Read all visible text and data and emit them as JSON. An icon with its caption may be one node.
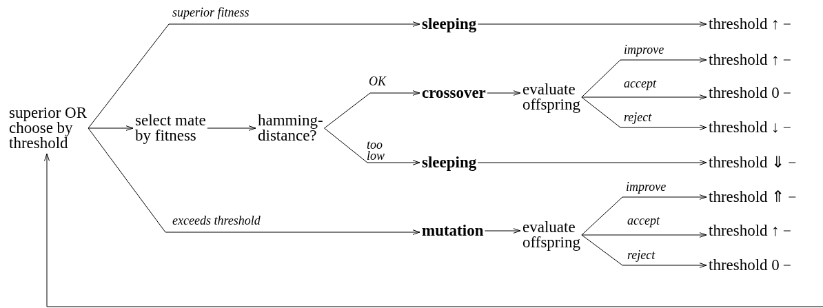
{
  "diagram": {
    "nodes": [
      {
        "text": [
          "superior OR choose by threshold"
        ]
      },
      {
        "text": [
          "select mate by fitness"
        ]
      },
      {
        "text": [
          "hamming-distance?"
        ]
      },
      {
        "text": [
          "sleeping"
        ]
      },
      {
        "text": [
          "crossover"
        ]
      },
      {
        "text": [
          "evaluate offspring"
        ]
      },
      {
        "text": [
          "sleeping"
        ]
      },
      {
        "text": [
          "mutation"
        ]
      },
      {
        "text": [
          "evaluate offspring"
        ]
      },
      {
        "text": [
          "threshold ↑"
        ]
      },
      {
        "text": [
          "threshold ↑"
        ]
      },
      {
        "text": [
          "threshold 0"
        ]
      },
      {
        "text": [
          "threshold ↓"
        ]
      },
      {
        "text": [
          "threshold ⇓"
        ]
      },
      {
        "text": [
          "threshold ⇑"
        ]
      },
      {
        "text": [
          "threshold ↑"
        ]
      },
      {
        "text": [
          "threshold 0"
        ]
      }
    ],
    "edges": [
      {
        "from": 0,
        "to": 3,
        "arrow": "to",
        "label": "superior fitness"
      },
      {
        "from": 0,
        "to": 1,
        "arrow": "to"
      },
      {
        "from": 0,
        "to": 7,
        "arrow": "to",
        "label": "exceeds threshold"
      },
      {
        "from": 1,
        "to": 2,
        "arrow": "to"
      },
      {
        "from": 2,
        "to": 4,
        "arrow": "to",
        "label": "OK"
      },
      {
        "from": 2,
        "to": 6,
        "arrow": "to",
        "label": "too low"
      },
      {
        "from": 3,
        "to": 9,
        "arrow": "to"
      },
      {
        "from": 4,
        "to": 5,
        "arrow": "to"
      },
      {
        "from": 5,
        "to": 10,
        "arrow": "to",
        "label": "improve"
      },
      {
        "from": 5,
        "to": 11,
        "arrow": "to",
        "label": "accept"
      },
      {
        "from": 5,
        "to": 12,
        "arrow": "to",
        "label": "reject"
      },
      {
        "from": 6,
        "to": 13,
        "arrow": "to"
      },
      {
        "from": 7,
        "to": 8,
        "arrow": "to"
      },
      {
        "from": 8,
        "to": 14,
        "arrow": "to",
        "label": "improve"
      },
      {
        "from": 8,
        "to": 15,
        "arrow": "to",
        "label": "accept"
      },
      {
        "from": 8,
        "to": 16,
        "arrow": "to",
        "label": "reject"
      },
      {
        "from": 9,
        "to": null,
        "arrow": "none"
      },
      {
        "from": 10,
        "to": null,
        "arrow": "none"
      },
      {
        "from": 11,
        "to": null,
        "arrow": "none"
      },
      {
        "from": 12,
        "to": null,
        "arrow": "none"
      },
      {
        "from": 13,
        "to": null,
        "arrow": "none"
      },
      {
        "from": 14,
        "to": null,
        "arrow": "none"
      },
      {
        "from": 15,
        "to": null,
        "arrow": "none"
      },
      {
        "from": 16,
        "to": null,
        "arrow": "none"
      },
      {
        "from": null,
        "to": 0,
        "arrow": "to"
      }
    ]
  }
}
